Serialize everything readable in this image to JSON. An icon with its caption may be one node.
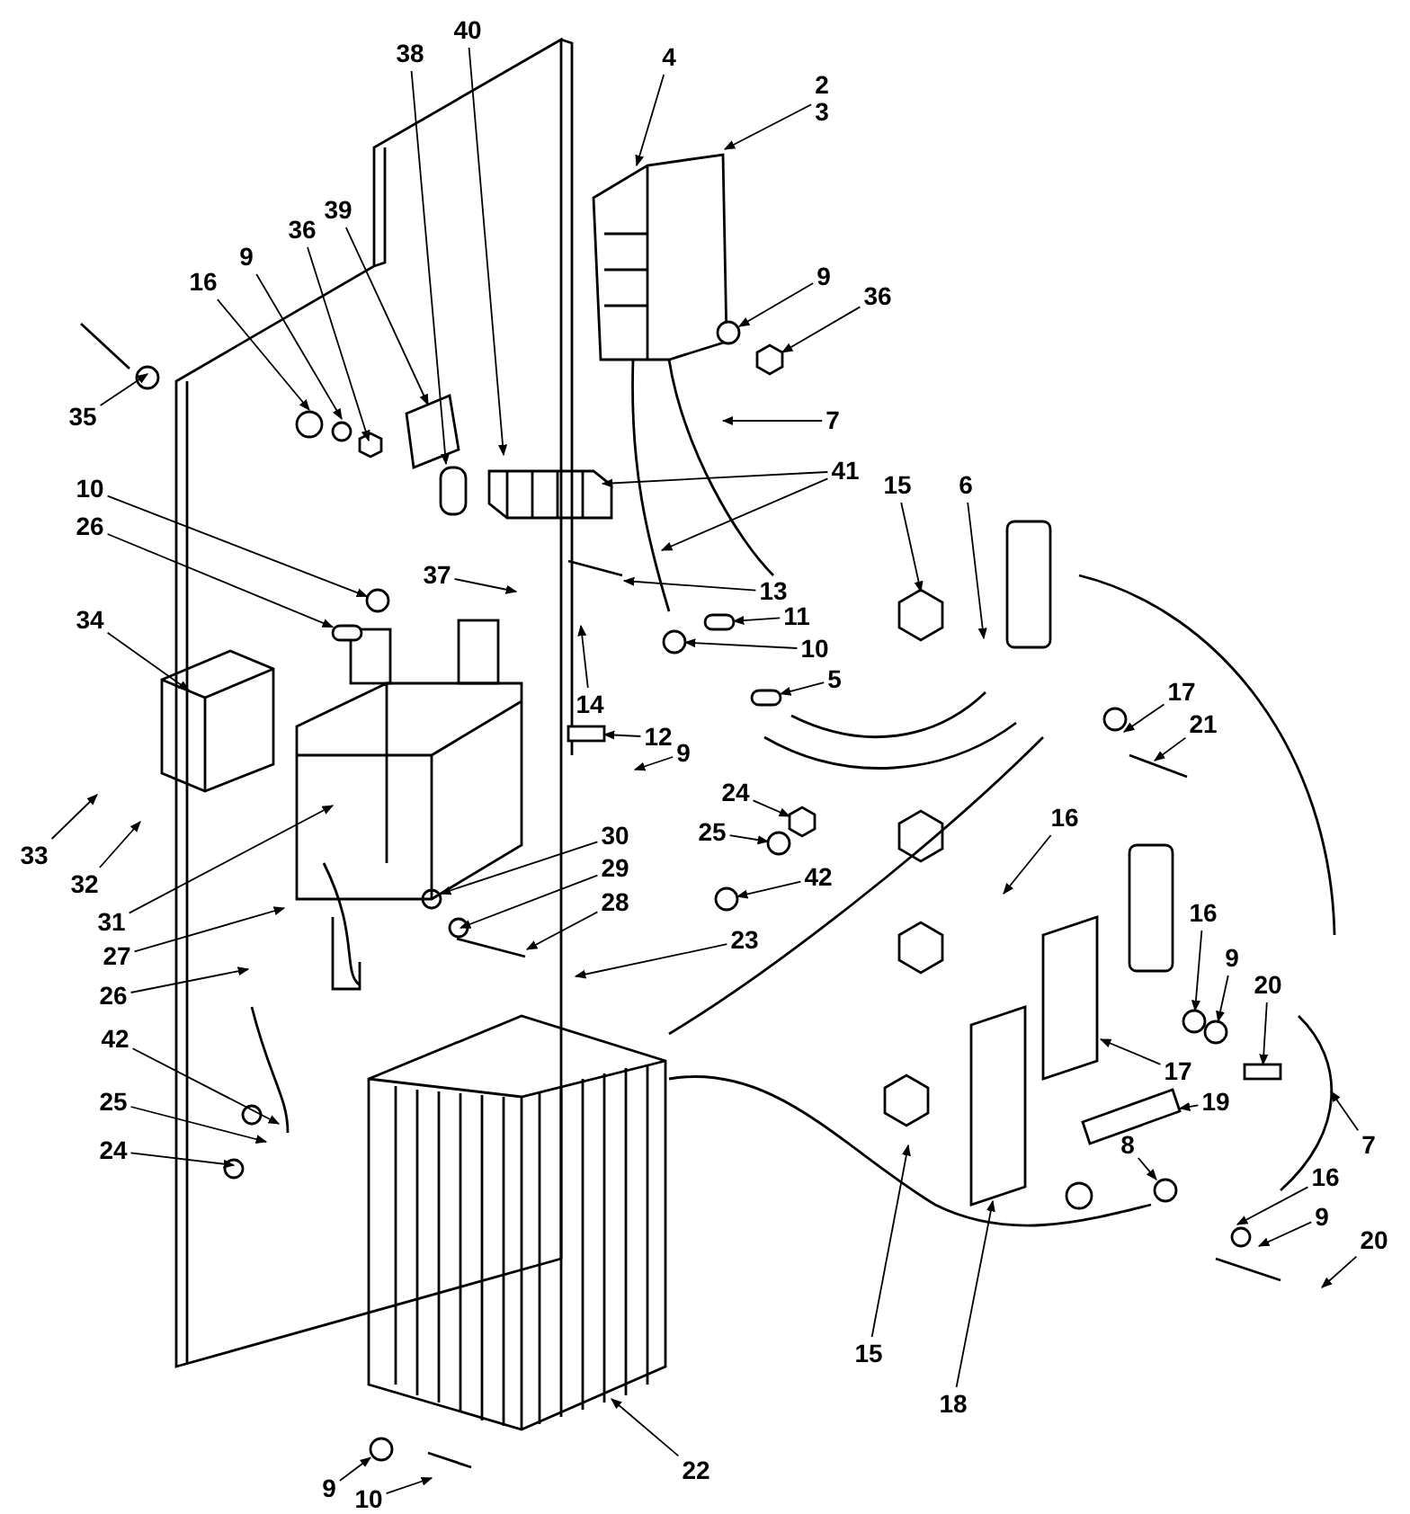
{
  "diagram": {
    "nodes": [
      {
        "text": [
          "38"
        ]
      },
      {
        "text": [
          "40"
        ]
      },
      {
        "text": [
          "4"
        ]
      },
      {
        "text": [
          "2",
          "3"
        ]
      },
      {
        "text": [
          "39"
        ]
      },
      {
        "text": [
          "36"
        ]
      },
      {
        "text": [
          "9"
        ]
      },
      {
        "text": [
          "16"
        ]
      },
      {
        "text": [
          "9"
        ]
      },
      {
        "text": [
          "36"
        ]
      },
      {
        "text": [
          "35"
        ]
      },
      {
        "text": [
          "7"
        ]
      },
      {
        "text": [
          "41"
        ]
      },
      {
        "text": [
          "10"
        ]
      },
      {
        "text": [
          "26"
        ]
      },
      {
        "text": [
          "15"
        ]
      },
      {
        "text": [
          "6"
        ]
      },
      {
        "text": [
          "37"
        ]
      },
      {
        "text": [
          "13"
        ]
      },
      {
        "text": [
          "34"
        ]
      },
      {
        "text": [
          "11"
        ]
      },
      {
        "text": [
          "10"
        ]
      },
      {
        "text": [
          "5"
        ]
      },
      {
        "text": [
          "14"
        ]
      },
      {
        "text": [
          "12"
        ]
      },
      {
        "text": [
          "9"
        ]
      },
      {
        "text": [
          "17"
        ]
      },
      {
        "text": [
          "21"
        ]
      },
      {
        "text": [
          "24"
        ]
      },
      {
        "text": [
          "25"
        ]
      },
      {
        "text": [
          "16"
        ]
      },
      {
        "text": [
          "42"
        ]
      },
      {
        "text": [
          "33"
        ]
      },
      {
        "text": [
          "32"
        ]
      },
      {
        "text": [
          "30"
        ]
      },
      {
        "text": [
          "29"
        ]
      },
      {
        "text": [
          "28"
        ]
      },
      {
        "text": [
          "31"
        ]
      },
      {
        "text": [
          "27"
        ]
      },
      {
        "text": [
          "26"
        ]
      },
      {
        "text": [
          "23"
        ]
      },
      {
        "text": [
          "16"
        ]
      },
      {
        "text": [
          "9"
        ]
      },
      {
        "text": [
          "20"
        ]
      },
      {
        "text": [
          "17"
        ]
      },
      {
        "text": [
          "19"
        ]
      },
      {
        "text": [
          "8"
        ]
      },
      {
        "text": [
          "7"
        ]
      },
      {
        "text": [
          "42"
        ]
      },
      {
        "text": [
          "25"
        ]
      },
      {
        "text": [
          "24"
        ]
      },
      {
        "text": [
          "16"
        ]
      },
      {
        "text": [
          "9"
        ]
      },
      {
        "text": [
          "20"
        ]
      },
      {
        "text": [
          "15"
        ]
      },
      {
        "text": [
          "18"
        ]
      },
      {
        "text": [
          "22"
        ]
      },
      {
        "text": [
          "9"
        ]
      },
      {
        "text": [
          "10"
        ]
      },
      {
        "text": [],
        "shape": "hexagon"
      },
      {
        "text": [],
        "shape": "circle"
      },
      {
        "text": [],
        "shape": "cable"
      },
      {
        "text": [],
        "shape": "cable"
      },
      {
        "text": [],
        "shape": "bolt"
      },
      {
        "text": [],
        "shape": "hexagon"
      },
      {
        "text": [],
        "shape": "circle"
      },
      {
        "text": [],
        "shape": "circle"
      },
      {
        "text": [],
        "shape": "circle"
      },
      {
        "text": [],
        "shape": "circle"
      },
      {
        "text": [],
        "shape": "bolt"
      },
      {
        "text": [],
        "shape": "bar"
      },
      {
        "text": [],
        "shape": "circle"
      },
      {
        "text": [],
        "shape": "circle"
      },
      {
        "text": [],
        "shape": "circle"
      },
      {
        "text": [],
        "shape": "cable"
      },
      {
        "text": [],
        "shape": "circle"
      }
    ],
    "edges": [
      {
        "from": 0,
        "to": null,
        "arrow": "to"
      },
      {
        "from": 1,
        "to": null,
        "arrow": "to"
      },
      {
        "from": 2,
        "to": null,
        "arrow": "to"
      },
      {
        "from": 3,
        "to": null,
        "arrow": "to"
      },
      {
        "from": 4,
        "to": null,
        "arrow": "to"
      },
      {
        "from": 5,
        "to": null,
        "arrow": "to"
      },
      {
        "from": 6,
        "to": null,
        "arrow": "to"
      },
      {
        "from": 7,
        "to": null,
        "arrow": "to"
      },
      {
        "from": 8,
        "to": 73,
        "arrow": "to"
      },
      {
        "from": 9,
        "to": 59,
        "arrow": "to"
      },
      {
        "from": 10,
        "to": null,
        "arrow": "to"
      },
      {
        "from": 11,
        "to": null,
        "arrow": "to"
      },
      {
        "from": 12,
        "to": null,
        "arrow": "to"
      },
      {
        "from": 12,
        "to": null,
        "arrow": "to"
      },
      {
        "from": 13,
        "to": 60,
        "arrow": "to"
      },
      {
        "from": 14,
        "to": 74,
        "arrow": "to"
      },
      {
        "from": 15,
        "to": null,
        "arrow": "to"
      },
      {
        "from": 16,
        "to": null,
        "arrow": "to"
      },
      {
        "from": 17,
        "to": null,
        "arrow": "to"
      },
      {
        "from": 18,
        "to": null,
        "arrow": "to"
      },
      {
        "from": 19,
        "to": null,
        "arrow": "to"
      },
      {
        "from": 20,
        "to": 61,
        "arrow": "to"
      },
      {
        "from": 21,
        "to": 75,
        "arrow": "to"
      },
      {
        "from": 22,
        "to": 62,
        "arrow": "to"
      },
      {
        "from": 23,
        "to": null,
        "arrow": "to"
      },
      {
        "from": 24,
        "to": 63,
        "arrow": "to"
      },
      {
        "from": 25,
        "to": null,
        "arrow": "to"
      },
      {
        "from": 26,
        "to": null,
        "arrow": "to"
      },
      {
        "from": 27,
        "to": null,
        "arrow": "to"
      },
      {
        "from": 28,
        "to": 64,
        "arrow": "to"
      },
      {
        "from": 29,
        "to": 65,
        "arrow": "to"
      },
      {
        "from": 30,
        "to": null,
        "arrow": "to"
      },
      {
        "from": 31,
        "to": 66,
        "arrow": "to"
      },
      {
        "from": 32,
        "to": null,
        "arrow": "to"
      },
      {
        "from": 33,
        "to": null,
        "arrow": "to"
      },
      {
        "from": 34,
        "to": null,
        "arrow": "to"
      },
      {
        "from": 35,
        "to": null,
        "arrow": "to"
      },
      {
        "from": 36,
        "to": null,
        "arrow": "to"
      },
      {
        "from": 37,
        "to": null,
        "arrow": "to"
      },
      {
        "from": 38,
        "to": null,
        "arrow": "to"
      },
      {
        "from": 39,
        "to": null,
        "arrow": "to"
      },
      {
        "from": 40,
        "to": null,
        "arrow": "to"
      },
      {
        "from": 41,
        "to": 67,
        "arrow": "to"
      },
      {
        "from": 42,
        "to": 68,
        "arrow": "to"
      },
      {
        "from": 43,
        "to": 69,
        "arrow": "to"
      },
      {
        "from": 44,
        "to": null,
        "arrow": "to"
      },
      {
        "from": 45,
        "to": 70,
        "arrow": "to"
      },
      {
        "from": 46,
        "to": 71,
        "arrow": "to"
      },
      {
        "from": 47,
        "to": null,
        "arrow": "to"
      },
      {
        "from": 48,
        "to": null,
        "arrow": "to"
      },
      {
        "from": 49,
        "to": null,
        "arrow": "to"
      },
      {
        "from": 50,
        "to": null,
        "arrow": "to"
      },
      {
        "from": 51,
        "to": null,
        "arrow": "to"
      },
      {
        "from": 52,
        "to": null,
        "arrow": "to"
      },
      {
        "from": 53,
        "to": null,
        "arrow": "to"
      },
      {
        "from": 54,
        "to": null,
        "arrow": "to"
      },
      {
        "from": 55,
        "to": null,
        "arrow": "to"
      },
      {
        "from": 56,
        "to": null,
        "arrow": "to"
      },
      {
        "from": 57,
        "to": 72,
        "arrow": "to"
      },
      {
        "from": 58,
        "to": null,
        "arrow": "to"
      }
    ]
  }
}
